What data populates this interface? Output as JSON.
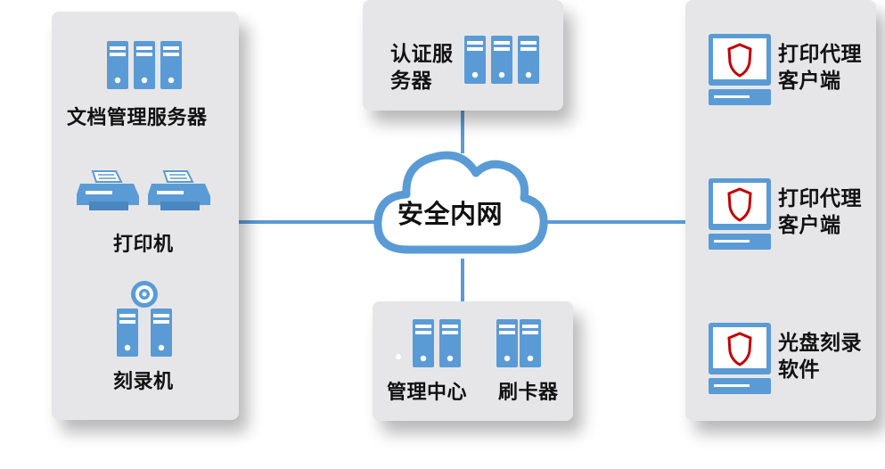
{
  "network": {
    "center_label": "安全内网",
    "line_color": "#5b9bd5"
  },
  "left_panel": {
    "doc_server_label": "文档管理服务器",
    "printer_label": "打印机",
    "burner_label": "刻录机"
  },
  "top_panel": {
    "auth_server_label_line1": "认证服",
    "auth_server_label_line2": "务器"
  },
  "bottom_panel": {
    "mgmt_center_label": "管理中心",
    "card_reader_label": "刷卡器"
  },
  "right_panel": {
    "clients": [
      {
        "line1": "打印代理",
        "line2": "客户端"
      },
      {
        "line1": "打印代理",
        "line2": "客户端"
      },
      {
        "line1": "光盘刻录",
        "line2": "软件"
      }
    ]
  },
  "colors": {
    "panel_bg": "#e6e6e8",
    "icon_blue": "#5b9bd5",
    "shield_red": "#c00000"
  },
  "icons": [
    "server-icon",
    "printer-icon",
    "disc-burner-icon",
    "cloud-icon",
    "computer-shield-icon"
  ]
}
